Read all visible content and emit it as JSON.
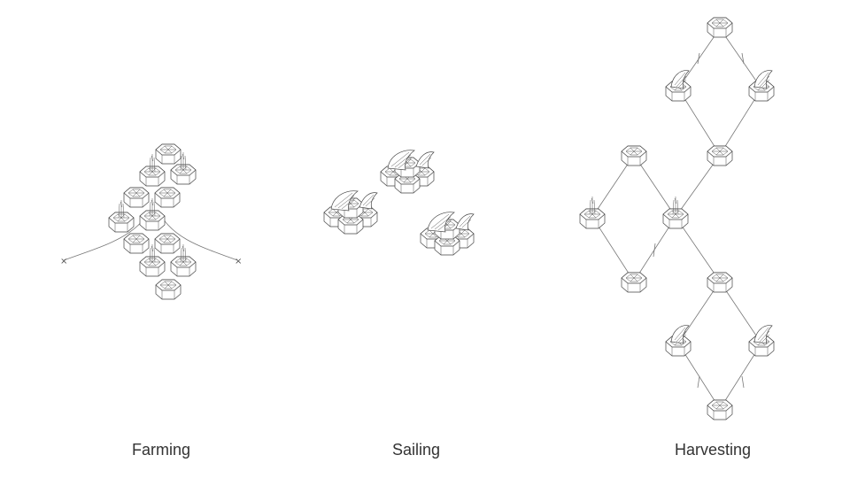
{
  "captions": {
    "farming": "Farming",
    "sailing": "Sailing",
    "harvesting": "Harvesting"
  },
  "colors": {
    "stroke": "#444444",
    "caption": "#333333",
    "background": "#ffffff"
  }
}
